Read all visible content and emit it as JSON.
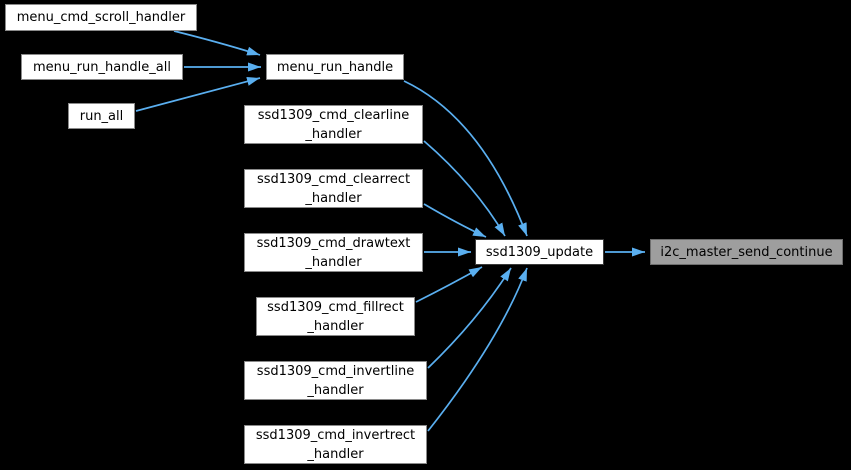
{
  "diagram": {
    "kind": "call-graph",
    "colors": {
      "background": "#000000",
      "edge": "#5aaff0",
      "node_fill": "#ffffff",
      "node_border": "#8a8a8a",
      "hub_node_border": "#3a3a3a",
      "focus_node_fill": "#9e9e9e",
      "focus_node_border": "#6e6e6e",
      "text": "#000000"
    },
    "nodes": [
      {
        "id": "menu_cmd_scroll_handler",
        "label": "menu_cmd_scroll_handler"
      },
      {
        "id": "menu_run_handle_all",
        "label": "menu_run_handle_all"
      },
      {
        "id": "run_all",
        "label": "run_all"
      },
      {
        "id": "menu_run_handle",
        "label": "menu_run_handle"
      },
      {
        "id": "ssd1309_cmd_clearline_handler",
        "label": "ssd1309_cmd_clearline\n_handler"
      },
      {
        "id": "ssd1309_cmd_clearrect_handler",
        "label": "ssd1309_cmd_clearrect\n_handler"
      },
      {
        "id": "ssd1309_cmd_drawtext_handler",
        "label": "ssd1309_cmd_drawtext\n_handler"
      },
      {
        "id": "ssd1309_cmd_fillrect_handler",
        "label": "ssd1309_cmd_fillrect\n_handler"
      },
      {
        "id": "ssd1309_cmd_invertline_handler",
        "label": "ssd1309_cmd_invertline\n_handler"
      },
      {
        "id": "ssd1309_cmd_invertrect_handler",
        "label": "ssd1309_cmd_invertrect\n_handler"
      },
      {
        "id": "ssd1309_update",
        "label": "ssd1309_update"
      },
      {
        "id": "i2c_master_send_continue",
        "label": "i2c_master_send_continue"
      }
    ],
    "edges": [
      {
        "from": "menu_cmd_scroll_handler",
        "to": "menu_run_handle"
      },
      {
        "from": "menu_run_handle_all",
        "to": "menu_run_handle"
      },
      {
        "from": "run_all",
        "to": "menu_run_handle"
      },
      {
        "from": "menu_run_handle",
        "to": "ssd1309_update"
      },
      {
        "from": "ssd1309_cmd_clearline_handler",
        "to": "ssd1309_update"
      },
      {
        "from": "ssd1309_cmd_clearrect_handler",
        "to": "ssd1309_update"
      },
      {
        "from": "ssd1309_cmd_drawtext_handler",
        "to": "ssd1309_update"
      },
      {
        "from": "ssd1309_cmd_fillrect_handler",
        "to": "ssd1309_update"
      },
      {
        "from": "ssd1309_cmd_invertline_handler",
        "to": "ssd1309_update"
      },
      {
        "from": "ssd1309_cmd_invertrect_handler",
        "to": "ssd1309_update"
      },
      {
        "from": "ssd1309_update",
        "to": "i2c_master_send_continue"
      }
    ]
  }
}
